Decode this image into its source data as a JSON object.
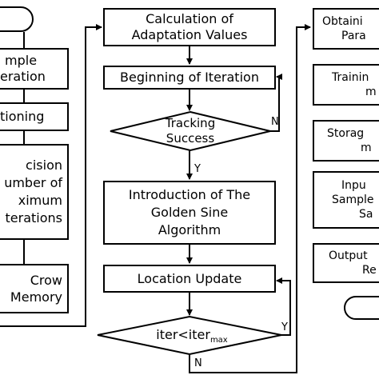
{
  "left_column": {
    "start_pill": "",
    "box1": [
      "mple",
      "eration"
    ],
    "box2": [
      "tioning"
    ],
    "box3": [
      "cision",
      "umber of",
      "ximum",
      "terations"
    ],
    "box4": [
      "Crow",
      "Memory"
    ]
  },
  "center_column": {
    "calc_box": [
      "Calculation of",
      "Adaptation Values"
    ],
    "begin_box": [
      "Beginning of Iteration"
    ],
    "tracking_diamond": [
      "Tracking",
      "Success"
    ],
    "golden_box": [
      "Introduction of The",
      "Golden Sine",
      "Algorithm"
    ],
    "location_box": [
      "Location Update"
    ],
    "iter_diamond": {
      "main": "iter<iter",
      "sub": "max"
    }
  },
  "right_column": {
    "box1": [
      "Obtaini",
      "Para"
    ],
    "box2": [
      "Trainin",
      "m"
    ],
    "box3": [
      "Storag",
      "m"
    ],
    "box4": [
      "Inpu",
      "Sample",
      "Sa"
    ],
    "box5": [
      "Output",
      "Re"
    ],
    "end_pill": ""
  },
  "labels": {
    "n_tracking": "N",
    "y_tracking": "Y",
    "y_iter": "Y",
    "n_iter": "N"
  },
  "colors": {
    "stroke": "#000000",
    "background": "#ffffff"
  }
}
